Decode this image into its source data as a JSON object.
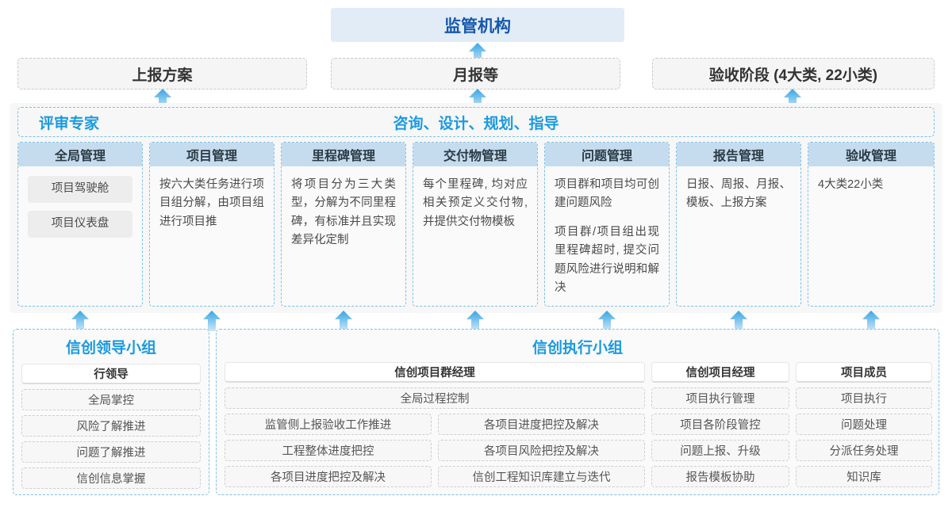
{
  "top": {
    "regulator": {
      "label": "监管机构"
    },
    "deliverables": [
      {
        "label": "上报方案"
      },
      {
        "label": "月报等"
      },
      {
        "label": "验收阶段 (4大类, 22小类)"
      }
    ]
  },
  "middle": {
    "band_left_label": "评审专家",
    "band_center_label": "咨询、设计、规划、指导",
    "cards": [
      {
        "title": "全局管理",
        "pills": [
          "项目驾驶舱",
          "项目仪表盘"
        ],
        "paragraphs": []
      },
      {
        "title": "项目管理",
        "pills": [],
        "paragraphs": [
          "按六大类任务进行项目组分解，由项目组进行项目推"
        ]
      },
      {
        "title": "里程碑管理",
        "pills": [],
        "paragraphs": [
          "将项目分为三大类型，分解为不同里程碑，有标准并且实现差异化定制"
        ]
      },
      {
        "title": "交付物管理",
        "pills": [],
        "paragraphs": [
          "每个里程碑, 均对应相关预定义交付物, 并提供交付物模板"
        ]
      },
      {
        "title": "问题管理",
        "pills": [],
        "paragraphs": [
          "项目群和项目均可创建问题风险",
          "项目群/项目组出现里程碑超时, 提交问题风险进行说明和解决"
        ]
      },
      {
        "title": "报告管理",
        "pills": [],
        "paragraphs": [
          "日报、周报、月报、模板、上报方案"
        ]
      },
      {
        "title": "验收管理",
        "pills": [],
        "paragraphs": [
          "4大类22小类"
        ]
      }
    ]
  },
  "bottom": {
    "leader_group": {
      "title": "信创领导小组",
      "role": "行领导",
      "tasks": [
        "全局掌控",
        "风险了解推进",
        "问题了解推进",
        "信创信息掌握"
      ]
    },
    "exec_group": {
      "title": "信创执行小组",
      "program_manager": {
        "role": "信创项目群经理",
        "wide_task": "全局过程控制",
        "left_tasks": [
          "监管侧上报验收工作推进",
          "工程整体进度把控",
          "各项目进度把控及解决"
        ],
        "right_tasks": [
          "各项目进度把控及解决",
          "各项目风险把控及解决",
          "信创工程知识库建立与迭代"
        ]
      },
      "project_manager": {
        "role": "信创项目经理",
        "tasks": [
          "项目执行管理",
          "项目各阶段管控",
          "问题上报、升级",
          "报告模板协助"
        ]
      },
      "project_member": {
        "role": "项目成员",
        "tasks": [
          "项目执行",
          "问题处理",
          "分派任务处理",
          "知识库"
        ]
      }
    }
  },
  "colors": {
    "accent_blue": "#1a9ae0",
    "header_blue": "#1558ad",
    "card_header_bg": "#c5dcee",
    "regulator_bg": "#e2ecf7",
    "dashed_blue": "#7cc0e8",
    "arrow_top": "#36a6e4",
    "arrow_bottom": "#cfe7f7"
  },
  "icons": {
    "arrow_up": "arrow-up-icon"
  }
}
